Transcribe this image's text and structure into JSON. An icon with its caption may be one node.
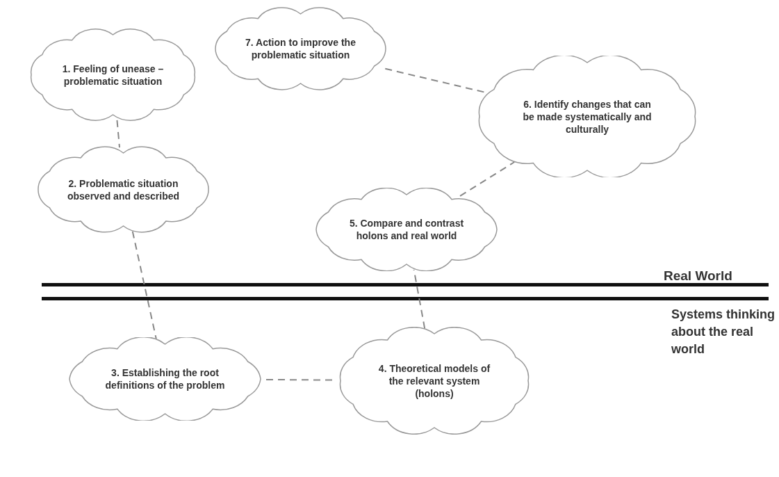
{
  "diagram": {
    "nodes": [
      {
        "text": [
          "1. Feeling of unease – problematic situation"
        ]
      },
      {
        "text": [
          "2. Problematic situation observed and described"
        ]
      },
      {
        "text": [
          "3. Establishing the root definitions of the problem"
        ]
      },
      {
        "text": [
          "4. Theoretical models of the relevant system (holons)"
        ]
      },
      {
        "text": [
          "5. Compare and contrast holons and real world"
        ]
      },
      {
        "text": [
          "6. Identify changes that can be made systematically and culturally"
        ]
      },
      {
        "text": [
          "7. Action to improve the problematic situation"
        ]
      }
    ],
    "edges": [
      {
        "from": 0,
        "to": 1,
        "arrow": "none"
      },
      {
        "from": 1,
        "to": 2,
        "arrow": "none"
      },
      {
        "from": 2,
        "to": 3,
        "arrow": "none"
      },
      {
        "from": 3,
        "to": 4,
        "arrow": "none"
      },
      {
        "from": 4,
        "to": 5,
        "arrow": "none"
      },
      {
        "from": 5,
        "to": 6,
        "arrow": "none"
      }
    ],
    "labels": [
      "Real World",
      "Systems thinking about the real world"
    ]
  }
}
